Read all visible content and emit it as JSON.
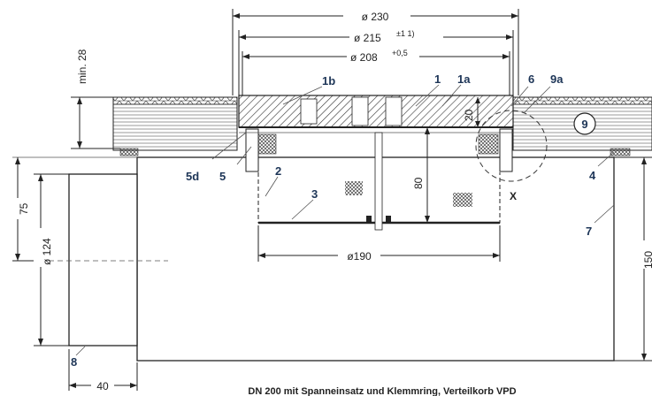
{
  "dimensions": {
    "d230": "ø 230",
    "d215": "ø 215",
    "d215_tol": "±1 1)",
    "d208": "ø 208",
    "d208_tol": "+0,5",
    "min28": "min. 28",
    "h20": "20",
    "h80": "80",
    "d190": "ø190",
    "h75": "75",
    "d124": "ø 124",
    "h150": "150",
    "w40": "40"
  },
  "labels": {
    "l1": "1",
    "l1a": "1a",
    "l1b": "1b",
    "l2": "2",
    "l3": "3",
    "l4": "4",
    "l5": "5",
    "l5d": "5d",
    "l6": "6",
    "l7": "7",
    "l8": "8",
    "l9": "9",
    "l9a": "9a",
    "lx": "X"
  },
  "caption": "DN 200 mit Spanneinsatz und Klemmring, Verteilkorb VPD"
}
